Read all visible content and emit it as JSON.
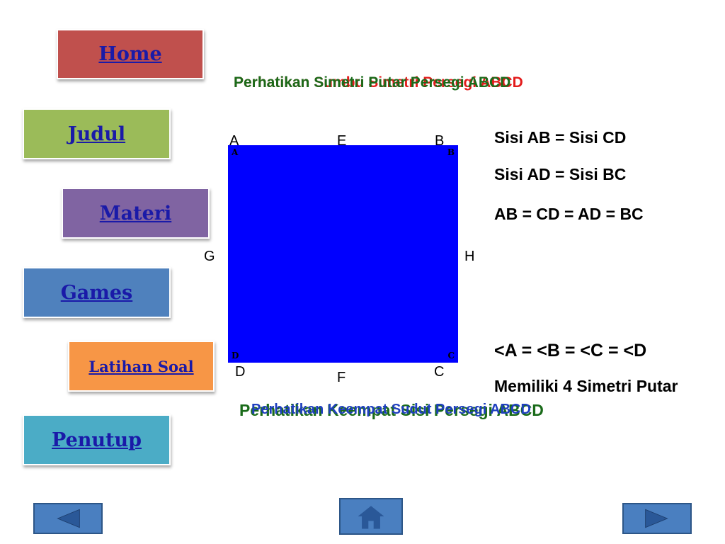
{
  "nav": {
    "home": "Home",
    "judul": "Judul",
    "materi": "Materi",
    "games": "Games",
    "latihan_soal": "Latihan Soal",
    "penutup": "Penutup"
  },
  "captions": {
    "top_symmetry": "Perhatikan Sumbu Simetri Persegi ABCD",
    "top_rotation": "Perhatikan Simetri Putar Persegi ABCD",
    "bottom_sides": "Perhatikan Keempat Sisi Persegi ABCD",
    "bottom_angles": "Perhatikan Keempat Sudut Persegi ABCD"
  },
  "diagram": {
    "corner_inner": [
      "A",
      "B",
      "C",
      "D"
    ],
    "points": {
      "A": "A",
      "B": "B",
      "C": "C",
      "D": "D",
      "E": "E",
      "F": "F",
      "G": "G",
      "H": "H"
    }
  },
  "statements": [
    "Sisi AB = Sisi CD",
    "Sisi AD = Sisi BC",
    "AB = CD = AD = BC",
    "<A = <B = <C = <D",
    "Memiliki 4 Simetri Putar"
  ],
  "colors": {
    "square": "#0000ff",
    "home_btn": "#c0504d",
    "judul_btn": "#9bbb59",
    "materi_btn": "#8064a2",
    "games_btn": "#4f81bd",
    "latihan_btn": "#f79646",
    "penutup_btn": "#4bacc6",
    "caption_red": "#e31b1b",
    "caption_green": "#1a6b1a",
    "caption_blue": "#1f3fbf",
    "arrow_btn": "#4a7fc0"
  },
  "icons": {
    "prev": "left-triangle-icon",
    "home": "house-icon",
    "next": "right-triangle-icon"
  }
}
